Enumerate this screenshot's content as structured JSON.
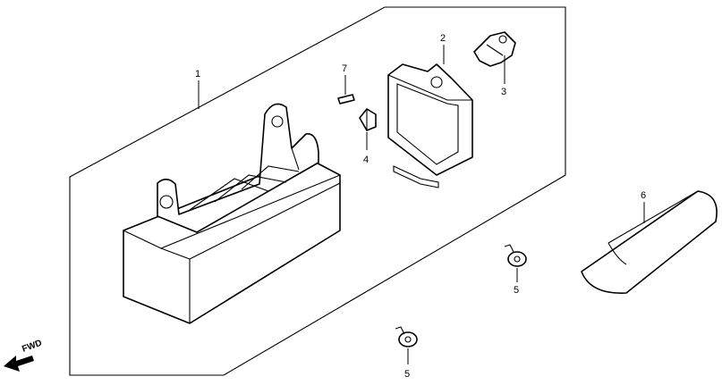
{
  "diagram": {
    "callouts": {
      "p1": "1",
      "p2": "2",
      "p3": "3",
      "p4": "4",
      "p5a": "5",
      "p5b": "5",
      "p6": "6",
      "p7": "7"
    },
    "direction_label": "FWD"
  }
}
